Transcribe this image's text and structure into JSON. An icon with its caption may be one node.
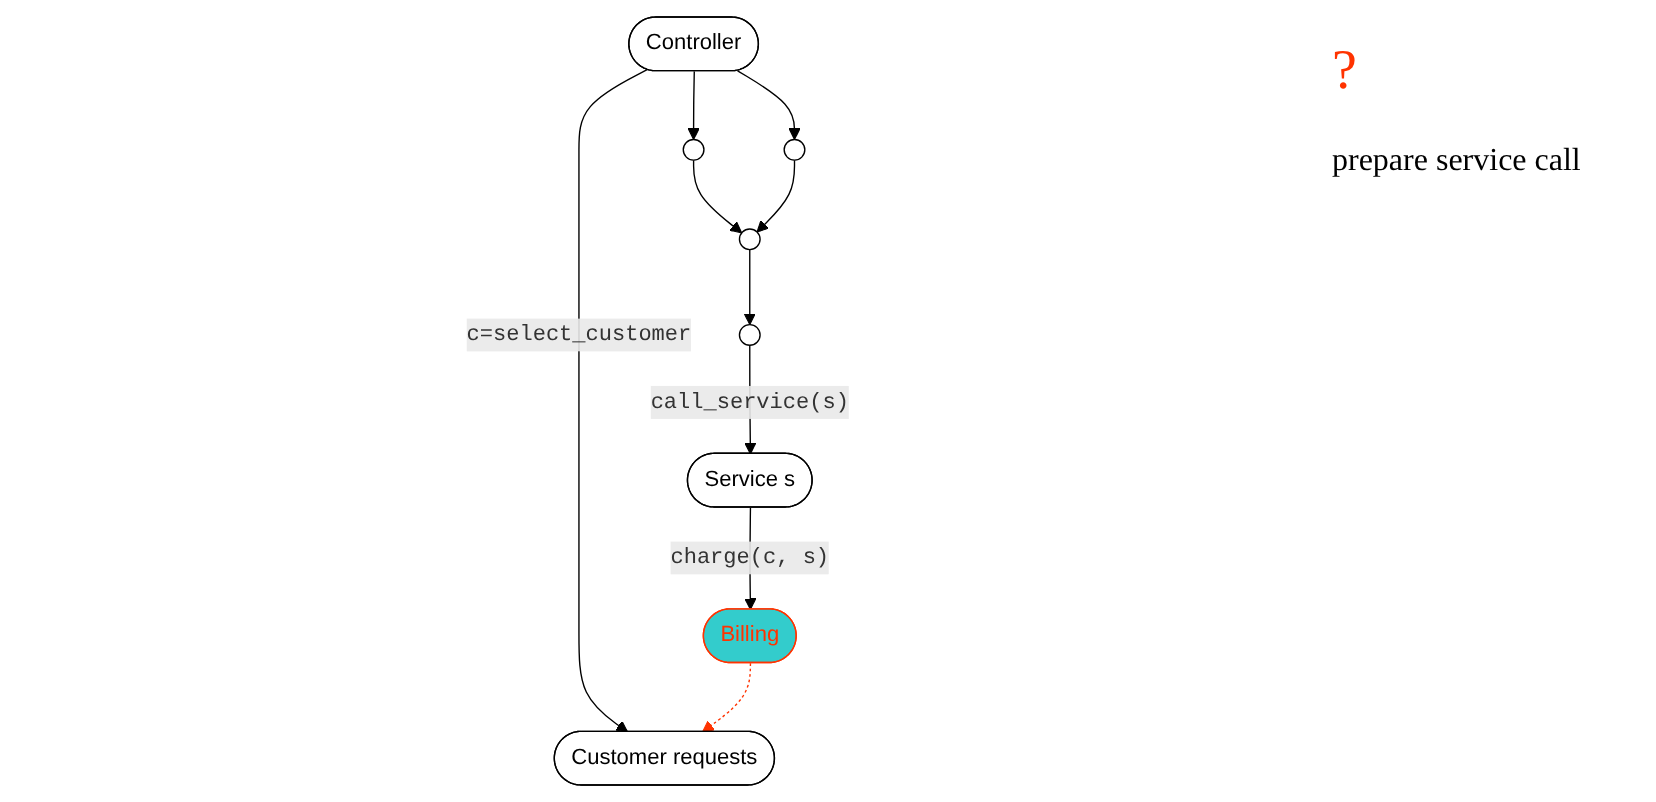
{
  "diagram": {
    "nodes": [
      {
        "text": [
          "Customer requests"
        ]
      },
      {
        "text": [
          "Controller"
        ]
      },
      {
        "text": [
          "Billing"
        ]
      },
      {
        "text": [
          "Service s"
        ]
      },
      {
        "text": [],
        "shape": "circle"
      },
      {
        "text": [],
        "shape": "circle"
      },
      {
        "text": [],
        "shape": "circle"
      },
      {
        "text": [],
        "shape": "circle"
      }
    ],
    "edges": [
      {
        "from": 1,
        "to": 0,
        "arrow": "to",
        "label": "c=select_customer"
      },
      {
        "from": 1,
        "to": 4,
        "arrow": "to"
      },
      {
        "from": 1,
        "to": 5,
        "arrow": "to"
      },
      {
        "from": 4,
        "to": 6,
        "arrow": "to"
      },
      {
        "from": 5,
        "to": 6,
        "arrow": "to"
      },
      {
        "from": 6,
        "to": 7,
        "arrow": "to"
      },
      {
        "from": 7,
        "to": 3,
        "arrow": "to",
        "label": "call_service(s)"
      },
      {
        "from": 3,
        "to": 2,
        "arrow": "to",
        "label": "charge(c, s)"
      },
      {
        "from": 2,
        "to": 0,
        "arrow": "to",
        "style": "dashed",
        "color": "#ff3300"
      }
    ],
    "labels": [
      "?",
      "prepare service call"
    ]
  }
}
